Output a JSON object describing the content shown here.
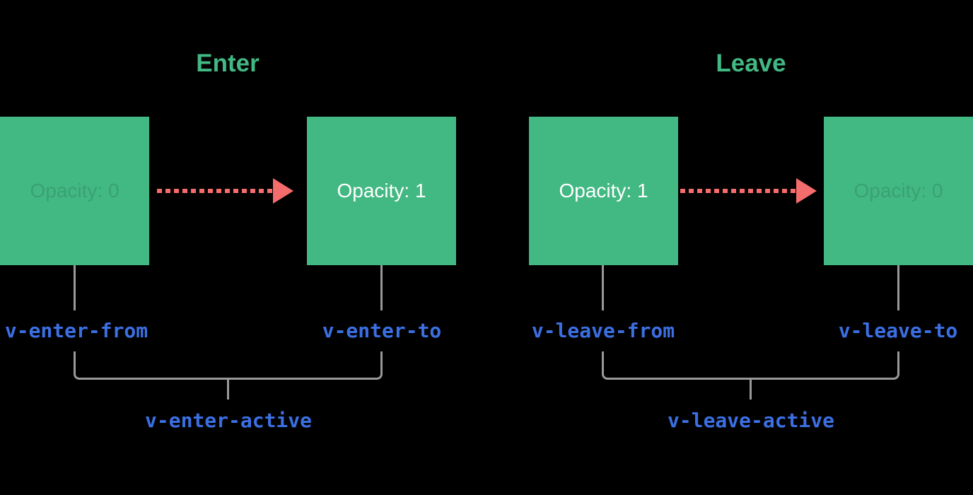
{
  "page": {
    "background": "#000000"
  },
  "colors": {
    "box_green": "#42b883",
    "title_green": "#42b883",
    "label_blue": "#3b6fe2",
    "arrow_red": "#f56c6c",
    "connector_gray": "#999999",
    "solid_text_white": "#ffffff"
  },
  "sections": [
    {
      "title": "Enter",
      "from_box": {
        "label": "Opacity: 0",
        "appearance": "faded"
      },
      "to_box": {
        "label": "Opacity: 1",
        "appearance": "solid"
      },
      "from_class": "v-enter-from",
      "to_class": "v-enter-to",
      "active_class": "v-enter-active"
    },
    {
      "title": "Leave",
      "from_box": {
        "label": "Opacity: 1",
        "appearance": "solid"
      },
      "to_box": {
        "label": "Opacity: 0",
        "appearance": "faded"
      },
      "from_class": "v-leave-from",
      "to_class": "v-leave-to",
      "active_class": "v-leave-active"
    }
  ]
}
